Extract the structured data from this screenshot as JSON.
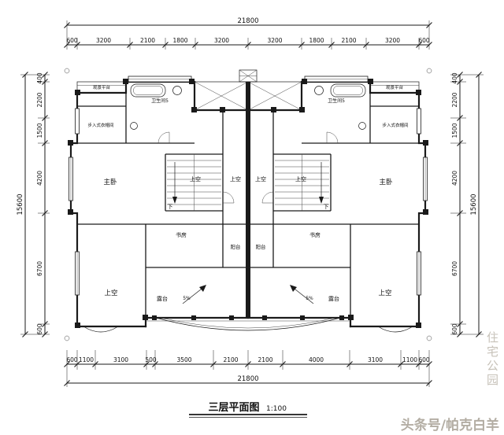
{
  "title": {
    "name": "三层平面图",
    "scale": "1:100"
  },
  "watermark": {
    "credit": "头条号/帕克白羊",
    "vertical": "住宅公园"
  },
  "dims": {
    "top_total": "21800",
    "bottom_total": "21800",
    "left_total": "15600",
    "right_total": "15600",
    "top": [
      "600",
      "3200",
      "2100",
      "1800",
      "3200",
      "3200",
      "1800",
      "2100",
      "3200",
      "600"
    ],
    "bottom": [
      "600",
      "1100",
      "3100",
      "500",
      "3500",
      "2100",
      "2100",
      "4000",
      "3100",
      "1100",
      "600"
    ],
    "left": [
      "400",
      "2200",
      "1500",
      "4200",
      "6700",
      "600"
    ],
    "right": [
      "400",
      "2200",
      "1500",
      "4200",
      "6700",
      "600"
    ]
  },
  "rooms": {
    "master_left": "主卧",
    "master_right": "主卧",
    "study_left": "书房",
    "study_right": "书房",
    "bath_left": "卫生间5",
    "bath_right": "卫生间5",
    "closet_left": "步入式衣帽间",
    "closet_right": "步入式衣帽间",
    "platform_left": "观景平台",
    "platform_right": "观景平台",
    "void_stair_left": "上空",
    "void_stair_right": "上空",
    "void_hall_left": "上空",
    "void_hall_right": "上空",
    "void_terrace_left": "上空",
    "void_terrace_right": "上空",
    "terrace_left": "露台",
    "terrace_right": "露台",
    "balcony_left": "阳台",
    "balcony_right": "阳台",
    "down_left": "下",
    "down_right": "下",
    "slope_left": "5%",
    "slope_right": "5%"
  }
}
